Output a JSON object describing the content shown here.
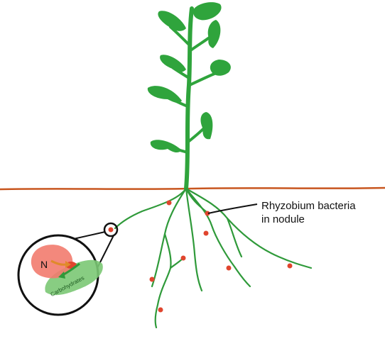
{
  "callout": {
    "line1": "Rhyzobium bacteria",
    "line2": "in nodule"
  },
  "inset": {
    "element_label": "N",
    "product_label": "Carbohydrates"
  },
  "colors": {
    "plant": "#2fa43c",
    "root": "#2f9a3a",
    "nodule": "#e0452e",
    "soil_line": "#c8561f",
    "bacteria_zone": "#f27b6e",
    "carbohydrate_zone": "#7bc874"
  }
}
